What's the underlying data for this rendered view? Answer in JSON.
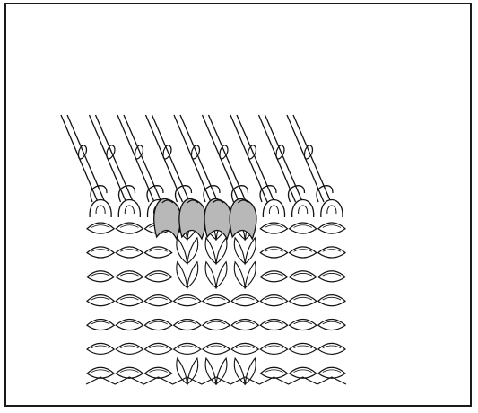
{
  "illustration": {
    "subject": "machine-knitting-needles-holding-stitches-over-rib-fabric",
    "colors": {
      "background": "#ffffff",
      "line": "#111111",
      "frame": "#1a1a1a",
      "highlight_fill": "#b8b8b8"
    },
    "needle_count": 9,
    "highlighted_loop_count": 4,
    "stitch_pattern": {
      "columns": 9,
      "rows": 7,
      "purl_column_groups": [
        [
          0,
          2
        ],
        [
          6,
          8
        ]
      ],
      "knit_center_columns": [
        3,
        4,
        5
      ],
      "lower_center_purl_rows_start": 3
    }
  }
}
